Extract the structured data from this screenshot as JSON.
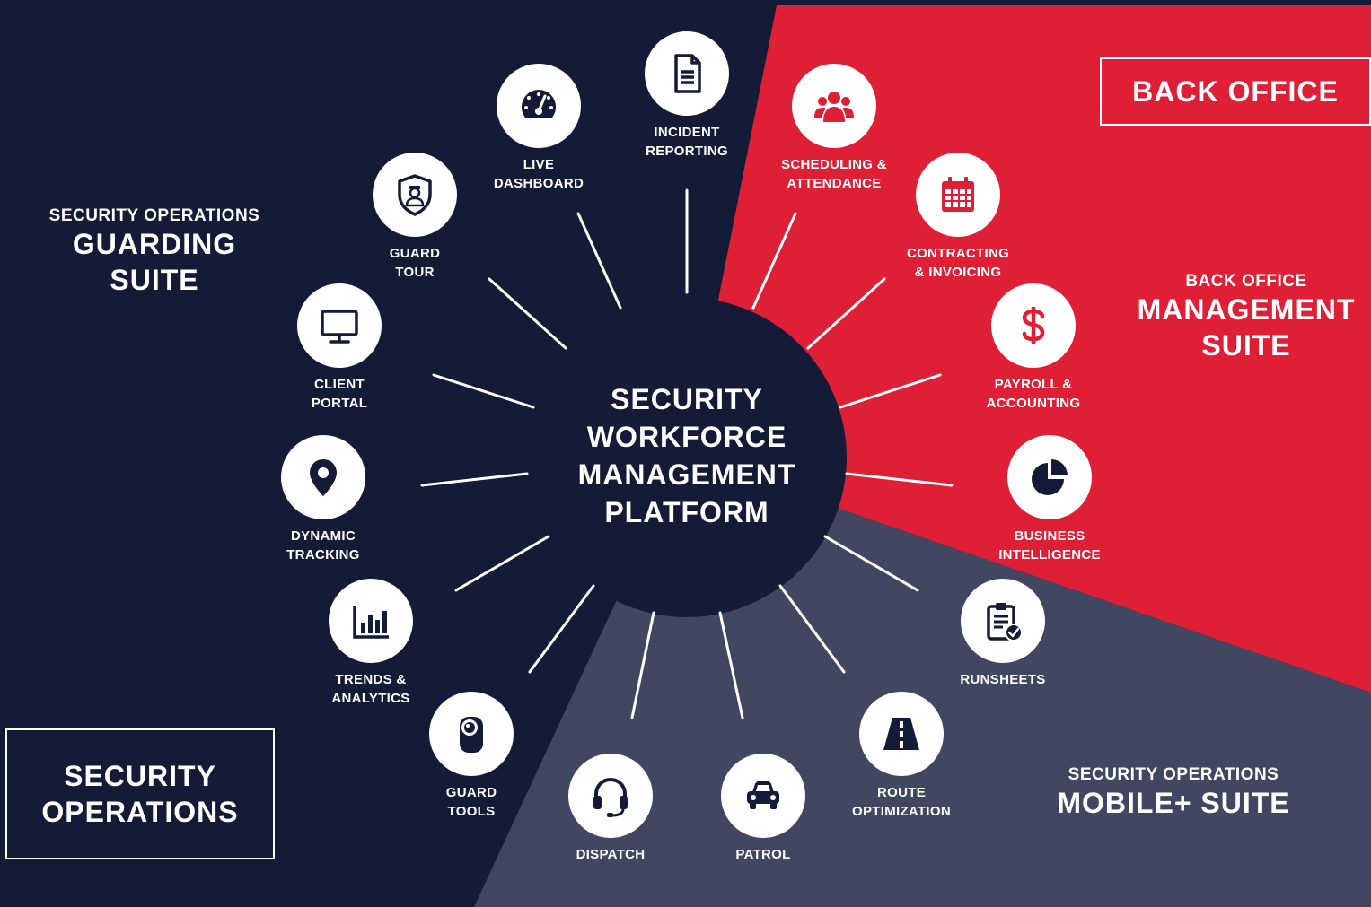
{
  "colors": {
    "navy": "#131b36",
    "red": "#df1f35",
    "slate": "#414760",
    "white": "#ffffff"
  },
  "hub": {
    "lines": [
      "SECURITY",
      "WORKFORCE",
      "MANAGEMENT",
      "PLATFORM"
    ]
  },
  "guarding_suite": {
    "small": "SECURITY OPERATIONS",
    "big1": "GUARDING",
    "big2": "SUITE"
  },
  "back_office_suite": {
    "small": "BACK OFFICE",
    "big1": "MANAGEMENT",
    "big2": "SUITE"
  },
  "mobile_suite": {
    "small": "SECURITY OPERATIONS",
    "big": "MOBILE+ SUITE"
  },
  "back_office_box": {
    "label": "BACK OFFICE"
  },
  "security_ops_box": {
    "line1": "SECURITY",
    "line2": "OPERATIONS"
  },
  "nodes": {
    "incident": {
      "icon": "document-icon",
      "l1": "INCIDENT",
      "l2": "REPORTING"
    },
    "dashboard": {
      "icon": "speedometer-icon",
      "l1": "LIVE",
      "l2": "DASHBOARD"
    },
    "guard_tour": {
      "icon": "guard-shield-icon",
      "l1": "GUARD",
      "l2": "TOUR"
    },
    "client_portal": {
      "icon": "monitor-icon",
      "l1": "CLIENT",
      "l2": "PORTAL"
    },
    "dynamic_tracking": {
      "icon": "map-pin-icon",
      "l1": "DYNAMIC",
      "l2": "TRACKING"
    },
    "trends": {
      "icon": "bar-chart-icon",
      "l1": "TRENDS &",
      "l2": "ANALYTICS"
    },
    "guard_tools": {
      "icon": "guard-tool-icon",
      "l1": "GUARD",
      "l2": "TOOLS"
    },
    "dispatch": {
      "icon": "headset-icon",
      "l1": "DISPATCH"
    },
    "patrol": {
      "icon": "car-icon",
      "l1": "PATROL"
    },
    "route": {
      "icon": "road-icon",
      "l1": "ROUTE",
      "l2": "OPTIMIZATION"
    },
    "runsheets": {
      "icon": "clipboard-check-icon",
      "l1": "RUNSHEETS"
    },
    "business_intel": {
      "icon": "pie-chart-icon",
      "l1": "BUSINESS",
      "l2": "INTELLIGENCE"
    },
    "payroll": {
      "icon": "dollar-icon",
      "l1": "PAYROLL &",
      "l2": "ACCOUNTING"
    },
    "contracting": {
      "icon": "calendar-icon",
      "l1": "CONTRACTING",
      "l2": "& INVOICING"
    },
    "scheduling": {
      "icon": "people-icon",
      "l1": "SCHEDULING &",
      "l2": "ATTENDANCE"
    }
  }
}
